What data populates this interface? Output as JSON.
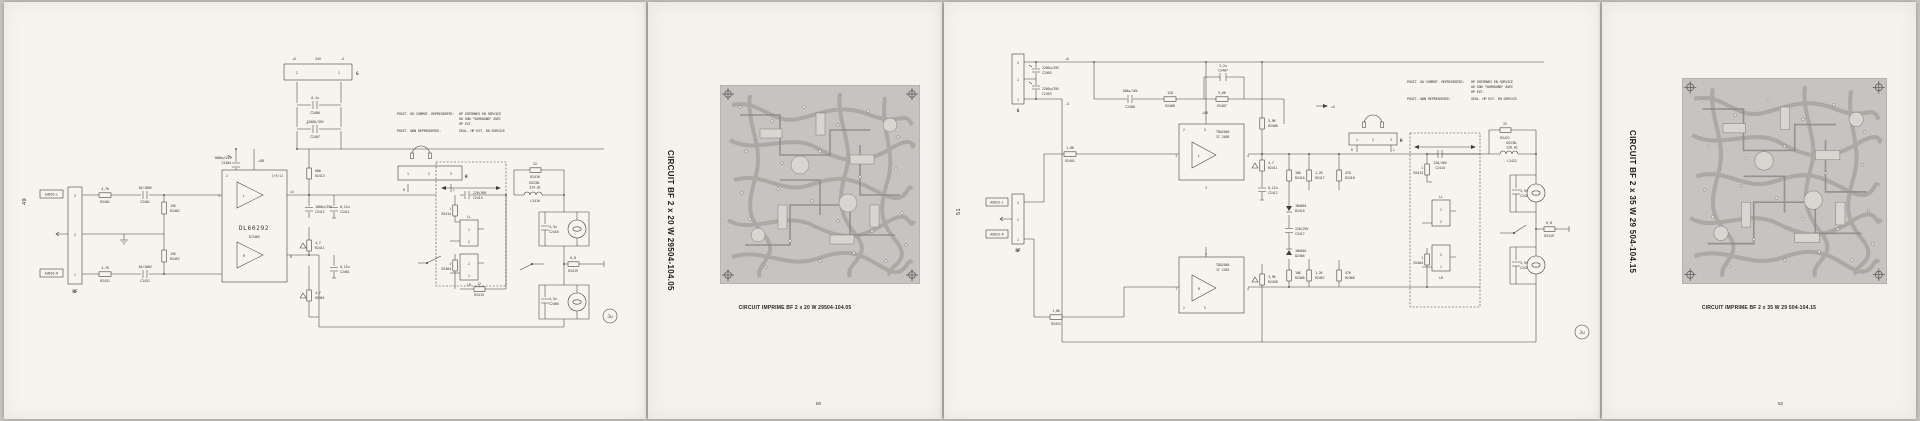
{
  "glyphs": {
    "n1": "1",
    "n2": "2",
    "n3": "3",
    "n4": "4",
    "n5": "5",
    "n8": "8",
    "n14": "14",
    "pins_top": "7/9/11",
    "plus_ub": "+UB",
    "plus_g": "+G",
    "minus_g": "-G",
    "volt24": "24V"
  },
  "notes": {
    "l1": "POSIT. DU COMMUT. REPRESENTEE:",
    "v1a": "HP INTERNES EN SERVICE",
    "v1b": "OU SON \"SURROUND\" AVEC",
    "v1c": "HP EXT.",
    "l2": "POSIT. NON REPRESENTEE:",
    "v2": "SEUL. HP EXT. EN SERVICE"
  },
  "p49": {
    "page_number": "49",
    "stamp": "Ju",
    "power": {
      "g": "G",
      "c2406_v": "0,1u",
      "c2406_r": "C2406",
      "c2407_v": "22000/35V",
      "c2407_r": "C2407"
    },
    "input": {
      "audio_l": "AUDIO-L",
      "audio_r": "AUDIO-R",
      "nf": "NF"
    },
    "ic": {
      "name": "DL60292",
      "ref": "IC2465",
      "amp_l": "L",
      "amp_r": "R"
    },
    "labels": {
      "r2401_v": "4,7K",
      "r2401_r": "R2401",
      "c2401_v": "10/100V",
      "c2401_r": "C2401",
      "r2402_v": "15K",
      "r2402_r": "R2402",
      "r2451_v": "4,7K",
      "r2451_r": "R2451",
      "c2451_v": "10/100V",
      "c2451_r": "C2451",
      "r2452_v": "15K",
      "r2452_r": "R2452",
      "c2404_v": "1000u/25V",
      "c2404_r": "C2404",
      "r2413_v": "680",
      "r2413_r": "R2413",
      "c2412_v": "1000u/25V",
      "c2412_r": "C2412",
      "c2411_v": "0,12u",
      "c2411_r": "C2411",
      "r2411_v": "4,7",
      "r2411_r": "R2411",
      "r2461_v": "4,7",
      "r2461_r": "R2461",
      "c2461_v": "0,12u",
      "c2461_r": "C2461",
      "r2414_v": "1",
      "r2414_r": "R2414",
      "c2414_v": "220/40V",
      "c2414_r": "C2414",
      "r2464_v": "1",
      "r2464_r": "R2464",
      "r2415_v": "12",
      "r2415_r": "R2415",
      "r2416_v": "22",
      "r2416_r": "R2416",
      "l2416_a": "DS23B-",
      "l2416_b": "224.01",
      "l2416_r": "L2416",
      "c2416_v": "4,3n",
      "c2416_r": "C2416",
      "r2419_v": "6,8",
      "r2419_r": "R2419",
      "c2466_v": "4,3n",
      "c2466_r": "C2466",
      "ll": "LL",
      "lr": "LR",
      "h": "H",
      "mark_r": "R",
      "mark_l": "L"
    }
  },
  "p50": {
    "title": "CIRCUIT BF 2 x 20 W 29504-104.05",
    "caption": "CIRCUIT IMPRIME BF 2 x 20 W 29504-104.05",
    "page_number": "50"
  },
  "p51": {
    "page_number": "51",
    "stamp": "Ju",
    "power": {
      "g": "G",
      "c2403_v": "2200u/35V",
      "c2403_r": "C2403",
      "c2453_v": "2200u/35V",
      "c2453_r": "C2453"
    },
    "input": {
      "audio_l": "AUDIO-L",
      "audio_r": "AUDIO-R",
      "nf": "NF"
    },
    "ic1": {
      "name": "TDA2040",
      "ref": "IC 2405",
      "amp": "L"
    },
    "ic2": {
      "name": "TDA2040",
      "ref": "IC 2455",
      "amp": "R"
    },
    "labels": {
      "c2406_v": "100u/16V",
      "c2406_r": "C2406",
      "r2406_v": "120",
      "r2406_r": "R2406",
      "c2407_v": "2,2u",
      "c2407_r": "C2407",
      "r2407_v": "5,6K",
      "r2407_r": "R2407",
      "r2401_v": "1,8K",
      "r2401_r": "R2401",
      "r2451_v": "1,8K",
      "r2451_r": "R2451",
      "r2408_v": "3,9K",
      "r2408_r": "R2408",
      "r2411_v": "4,7",
      "r2411_r": "R2411",
      "c2412_v": "0,12u",
      "c2412_r": "C2412",
      "r2458_v": "3,9K",
      "r2458_r": "R2458",
      "r2416_v": "10K",
      "r2416_r": "R2416",
      "r2417_v": "1,2K",
      "r2417_r": "R2417",
      "r2418_v": "470",
      "r2418_r": "R2418",
      "d2416_v": "1N4001",
      "d2416_r": "D2416",
      "c2417_v": "220/25V",
      "c2417_r": "C2417",
      "d2466_v": "1N4001",
      "d2466_r": "D2466",
      "r2466_v": "10K",
      "r2466_r": "R2466",
      "r2467_v": "1,2K",
      "r2467_r": "R2467",
      "r2468_v": "470",
      "r2468_r": "R2468",
      "c2414_v": "220/40V",
      "c2414_r": "C2414",
      "r2414_v": "1",
      "r2414_r": "R2414",
      "r2464_v": "1",
      "r2464_r": "R2464",
      "r2421_v": "22",
      "r2421_r": "R2421",
      "l2421_a": "DS23B-",
      "l2421_b": "226.01",
      "l2421_r": "L2421",
      "c2421_v": "3,9n",
      "c2421_r": "C2421",
      "r2419_v": "6,8",
      "r2419_r": "R2419",
      "c2471_v": "3,9n",
      "c2471_r": "C2471",
      "ll": "LL",
      "lr": "LR",
      "h": "H",
      "mark_r": "R",
      "mark_l": "L"
    }
  },
  "p52": {
    "title": "CIRCUIT BF 2 x 35 W 29 504-104.15",
    "caption": "CIRCUIT IMPRIME BF  2 x 35 W  29 504-104.15",
    "page_number": "52"
  }
}
